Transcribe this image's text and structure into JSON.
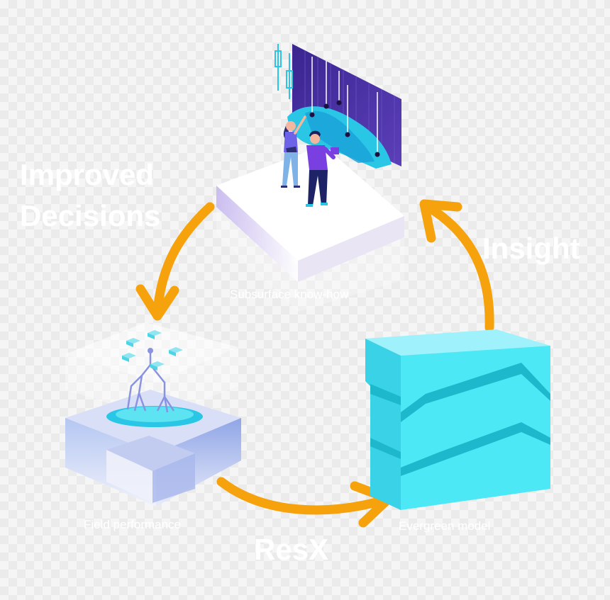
{
  "labels": {
    "improved_line1": "Improved",
    "improved_line2": "Decisions",
    "insight": "Insight",
    "resx": "ResX",
    "subsurface": "Subsurface know-how",
    "field": "Field performance",
    "evergreen": "Evergreen model"
  },
  "colors": {
    "arrow": "#f5a20c",
    "cyan": "#4de3f2",
    "purple": "#4a2d9e",
    "label": "#ffffff"
  }
}
